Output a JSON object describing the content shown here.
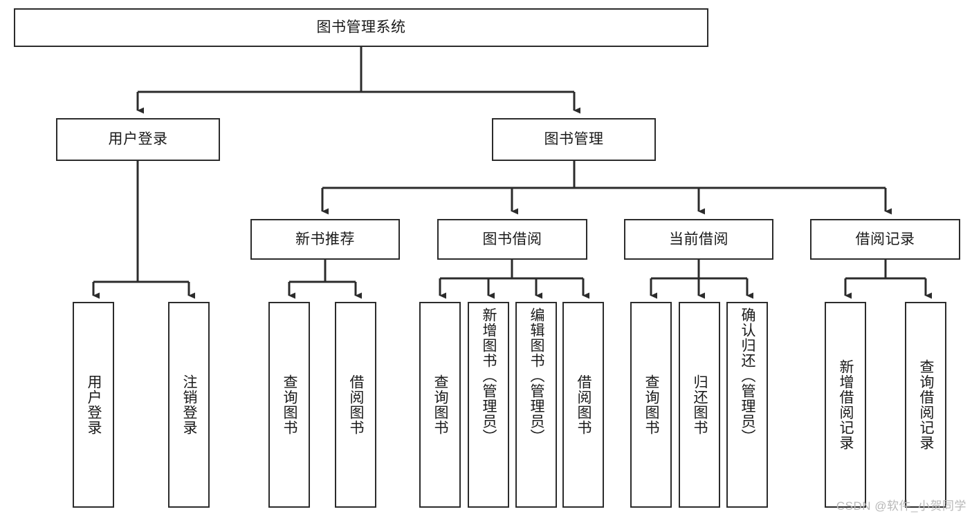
{
  "diagram": {
    "type": "tree-hierarchy",
    "title": "图书管理系统",
    "watermark": "CSDN @软件_小贺同学",
    "colors": {
      "box_border": "#2b2b2b",
      "box_fill": "#ffffff",
      "connector": "#2b2b2b",
      "text": "#1a1a1a",
      "watermark": "#b8b8b8",
      "background": "#ffffff"
    },
    "nodes": {
      "root": {
        "label": "图书管理系统"
      },
      "level2": [
        {
          "id": "user-login",
          "label": "用户登录"
        },
        {
          "id": "book-manage",
          "label": "图书管理"
        }
      ],
      "level3": [
        {
          "id": "new-book-recommend",
          "label": "新书推荐"
        },
        {
          "id": "book-borrow",
          "label": "图书借阅"
        },
        {
          "id": "current-borrow",
          "label": "当前借阅"
        },
        {
          "id": "borrow-record",
          "label": "借阅记录"
        }
      ],
      "level4": {
        "user_login_children": [
          {
            "id": "leaf-user-login",
            "label": "用户登录"
          },
          {
            "id": "leaf-logout-login",
            "label": "注销登录"
          }
        ],
        "new_book_children": [
          {
            "id": "leaf-query-book-1",
            "label": "查询图书"
          },
          {
            "id": "leaf-borrow-book-1",
            "label": "借阅图书"
          }
        ],
        "book_borrow_children": [
          {
            "id": "leaf-query-book-2",
            "label": "查询图书"
          },
          {
            "id": "leaf-add-book",
            "label": "新增图书（管理员）"
          },
          {
            "id": "leaf-edit-book",
            "label": "编辑图书（管理员）"
          },
          {
            "id": "leaf-borrow-book-2",
            "label": "借阅图书"
          }
        ],
        "current_borrow_children": [
          {
            "id": "leaf-query-book-3",
            "label": "查询图书"
          },
          {
            "id": "leaf-return-book",
            "label": "归还图书"
          },
          {
            "id": "leaf-confirm-return",
            "label": "确认归还（管理员）"
          }
        ],
        "borrow_record_children": [
          {
            "id": "leaf-add-record",
            "label": "新增借阅记录"
          },
          {
            "id": "leaf-query-record",
            "label": "查询借阅记录"
          }
        ]
      }
    }
  }
}
